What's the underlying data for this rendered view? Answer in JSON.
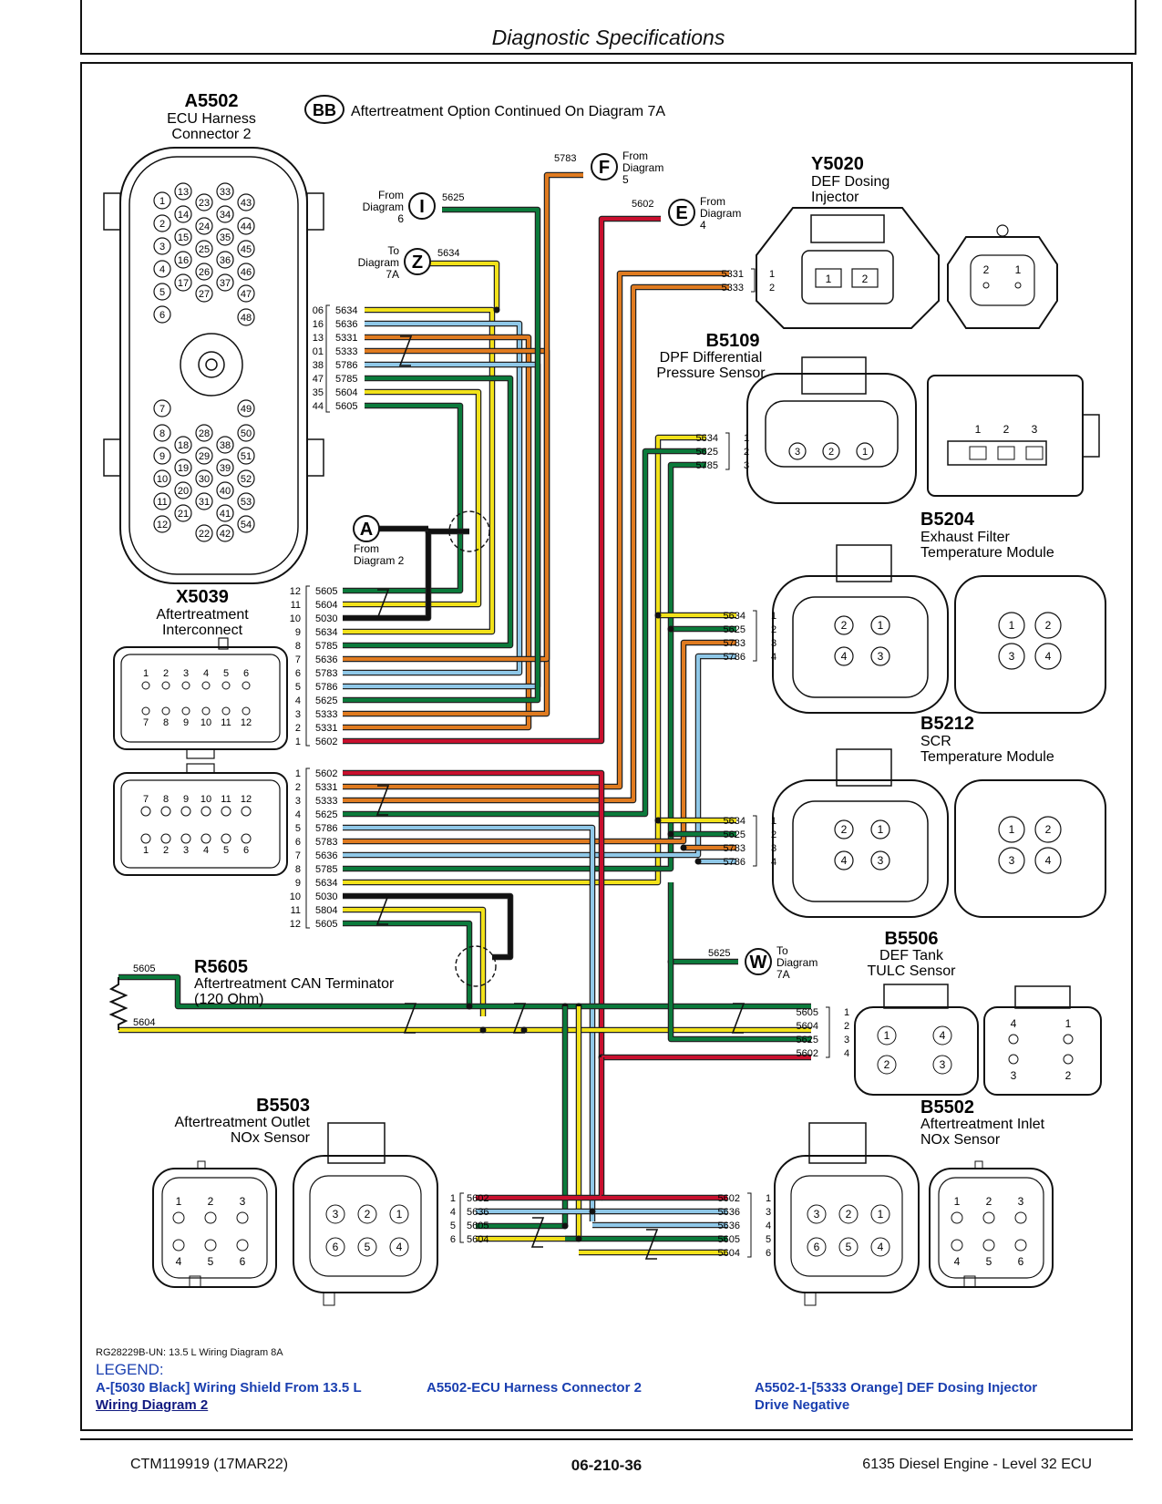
{
  "header": {
    "title": "Diagnostic Specifications"
  },
  "components": {
    "a5502": {
      "id": "A5502",
      "name1": "ECU Harness",
      "name2": "Connector 2"
    },
    "x5039": {
      "id": "X5039",
      "name1": "Aftertreatment",
      "name2": "Interconnect"
    },
    "y5020": {
      "id": "Y5020",
      "name1": "DEF Dosing",
      "name2": "Injector"
    },
    "b5109": {
      "id": "B5109",
      "name1": "DPF Differential",
      "name2": "Pressure Sensor"
    },
    "b5204": {
      "id": "B5204",
      "name1": "Exhaust Filter",
      "name2": "Temperature Module"
    },
    "b5212": {
      "id": "B5212",
      "name1": "SCR",
      "name2": "Temperature Module"
    },
    "b5506": {
      "id": "B5506",
      "name1": "DEF Tank",
      "name2": "TULC Sensor"
    },
    "r5605": {
      "id": "R5605",
      "name1": "Aftertreatment CAN Terminator",
      "name2": "(120 Ohm)"
    },
    "b5503": {
      "id": "B5503",
      "name1": "Aftertreatment Outlet",
      "name2": "NOx Sensor"
    },
    "b5502": {
      "id": "B5502",
      "name1": "Aftertreatment Inlet",
      "name2": "NOx Sensor"
    }
  },
  "bb_note": {
    "symbol": "BB",
    "text": "Aftertreatment Option Continued On Diagram 7A"
  },
  "refs": {
    "F": {
      "letter": "F",
      "line1": "From",
      "line2": "Diagram",
      "line3": "5",
      "wire": "5783"
    },
    "I": {
      "letter": "I",
      "line1": "From",
      "line2": "Diagram",
      "line3": "6",
      "wire": "5625"
    },
    "E": {
      "letter": "E",
      "line1": "From",
      "line2": "Diagram",
      "line3": "4",
      "wire": "5602"
    },
    "Z": {
      "letter": "Z",
      "line1": "To",
      "line2": "Diagram",
      "line3": "7A",
      "wire": "5634"
    },
    "A": {
      "letter": "A",
      "line1": "From",
      "line2": "Diagram 2"
    },
    "W": {
      "letter": "W",
      "line1": "To",
      "line2": "Diagram",
      "line3": "7A",
      "wire": "5625"
    }
  },
  "a5502_pins": {
    "left": [
      "06",
      "16",
      "13",
      "01",
      "38",
      "47",
      "35",
      "44"
    ],
    "wires": [
      "5634",
      "5636",
      "5331",
      "5333",
      "5786",
      "5785",
      "5604",
      "5605"
    ]
  },
  "x5039_wires": [
    {
      "pin": "12",
      "wire": "5605"
    },
    {
      "pin": "11",
      "wire": "5604"
    },
    {
      "pin": "10",
      "wire": "5030"
    },
    {
      "pin": "9",
      "wire": "5634"
    },
    {
      "pin": "8",
      "wire": "5785"
    },
    {
      "pin": "7",
      "wire": "5636"
    },
    {
      "pin": "6",
      "wire": "5783"
    },
    {
      "pin": "5",
      "wire": "5786"
    },
    {
      "pin": "4",
      "wire": "5625"
    },
    {
      "pin": "3",
      "wire": "5333"
    },
    {
      "pin": "2",
      "wire": "5331"
    },
    {
      "pin": "1",
      "wire": "5602"
    }
  ],
  "x5039b_wires": [
    {
      "pin": "1",
      "wire": "5602"
    },
    {
      "pin": "2",
      "wire": "5331"
    },
    {
      "pin": "3",
      "wire": "5333"
    },
    {
      "pin": "4",
      "wire": "5625"
    },
    {
      "pin": "5",
      "wire": "5786"
    },
    {
      "pin": "6",
      "wire": "5783"
    },
    {
      "pin": "7",
      "wire": "5636"
    },
    {
      "pin": "8",
      "wire": "5785"
    },
    {
      "pin": "9",
      "wire": "5634"
    },
    {
      "pin": "10",
      "wire": "5030"
    },
    {
      "pin": "11",
      "wire": "5804"
    },
    {
      "pin": "12",
      "wire": "5605"
    }
  ],
  "y5020_wires": [
    {
      "pin": "1",
      "wire": "5331"
    },
    {
      "pin": "2",
      "wire": "5333"
    }
  ],
  "b5109_wires": [
    {
      "pin": "1",
      "wire": "5634"
    },
    {
      "pin": "2",
      "wire": "5625"
    },
    {
      "pin": "3",
      "wire": "5785"
    }
  ],
  "b5204_wires": [
    {
      "pin": "1",
      "wire": "5634"
    },
    {
      "pin": "2",
      "wire": "5625"
    },
    {
      "pin": "3",
      "wire": "5783"
    },
    {
      "pin": "4",
      "wire": "5786"
    }
  ],
  "b5212_wires": [
    {
      "pin": "1",
      "wire": "5634"
    },
    {
      "pin": "2",
      "wire": "5625"
    },
    {
      "pin": "3",
      "wire": "5783"
    },
    {
      "pin": "4",
      "wire": "5786"
    }
  ],
  "b5506_wires": [
    {
      "pin": "1",
      "wire": "5605"
    },
    {
      "pin": "2",
      "wire": "5604"
    },
    {
      "pin": "3",
      "wire": "5625"
    },
    {
      "pin": "4",
      "wire": "5602"
    }
  ],
  "b5503_wires": [
    {
      "pin": "1",
      "wire": "5602"
    },
    {
      "pin": "4",
      "wire": "5636"
    },
    {
      "pin": "5",
      "wire": "5605"
    },
    {
      "pin": "6",
      "wire": "5604"
    }
  ],
  "b5502_wires": [
    {
      "pin": "1",
      "wire": "5602"
    },
    {
      "pin": "3",
      "wire": "5636"
    },
    {
      "pin": "4",
      "wire": "5636"
    },
    {
      "pin": "5",
      "wire": "5605"
    },
    {
      "pin": "6",
      "wire": "5604"
    }
  ],
  "r5605_wires": {
    "top": "5605",
    "bottom": "5604"
  },
  "wire_colors": {
    "yellow": "#f2e21a",
    "green": "#0b7a3b",
    "orange": "#e07b20",
    "red": "#c8102e",
    "lightblue": "#8fc8e8",
    "black": "#111111"
  },
  "legend": {
    "caption": "RG28229B-UN: 13.5 L Wiring Diagram 8A",
    "title": "LEGEND:",
    "entry1a": "A-[5030 Black] Wiring Shield From 13.5 L",
    "entry1b": "Wiring Diagram 2",
    "entry2": "A5502-ECU Harness Connector 2",
    "entry3a": "A5502-1-[5333 Orange] DEF Dosing Injector",
    "entry3b": "Drive Negative"
  },
  "footer": {
    "left": "CTM119919 (17MAR22)",
    "center": "06-210-36",
    "right": "6135 Diesel Engine - Level 32 ECU"
  }
}
